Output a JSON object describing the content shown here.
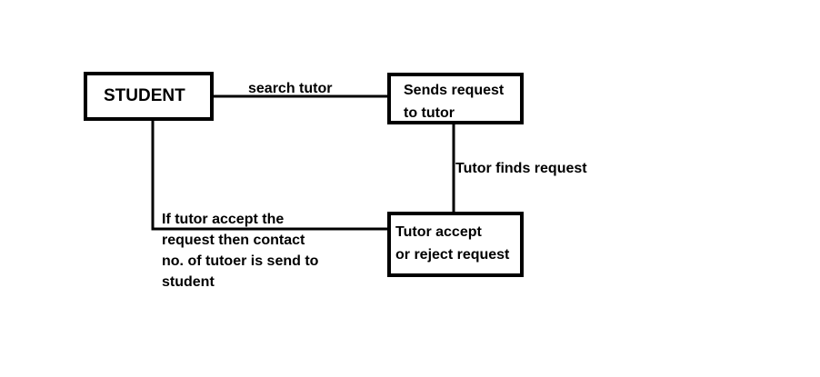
{
  "nodes": {
    "student": {
      "label": "STUDENT"
    },
    "sends_request": {
      "line1": "Sends request",
      "line2": "to tutor"
    },
    "tutor_decision": {
      "line1": "Tutor accept",
      "line2": "or reject request"
    }
  },
  "edges": {
    "search": {
      "label": "search tutor"
    },
    "finds": {
      "label": "Tutor finds request"
    },
    "accept": {
      "lines": [
        "If tutor accept the",
        "request then contact",
        "no. of tutoer is send to",
        "student"
      ]
    }
  },
  "colors": {
    "stroke": "#000000",
    "background": "#ffffff"
  }
}
